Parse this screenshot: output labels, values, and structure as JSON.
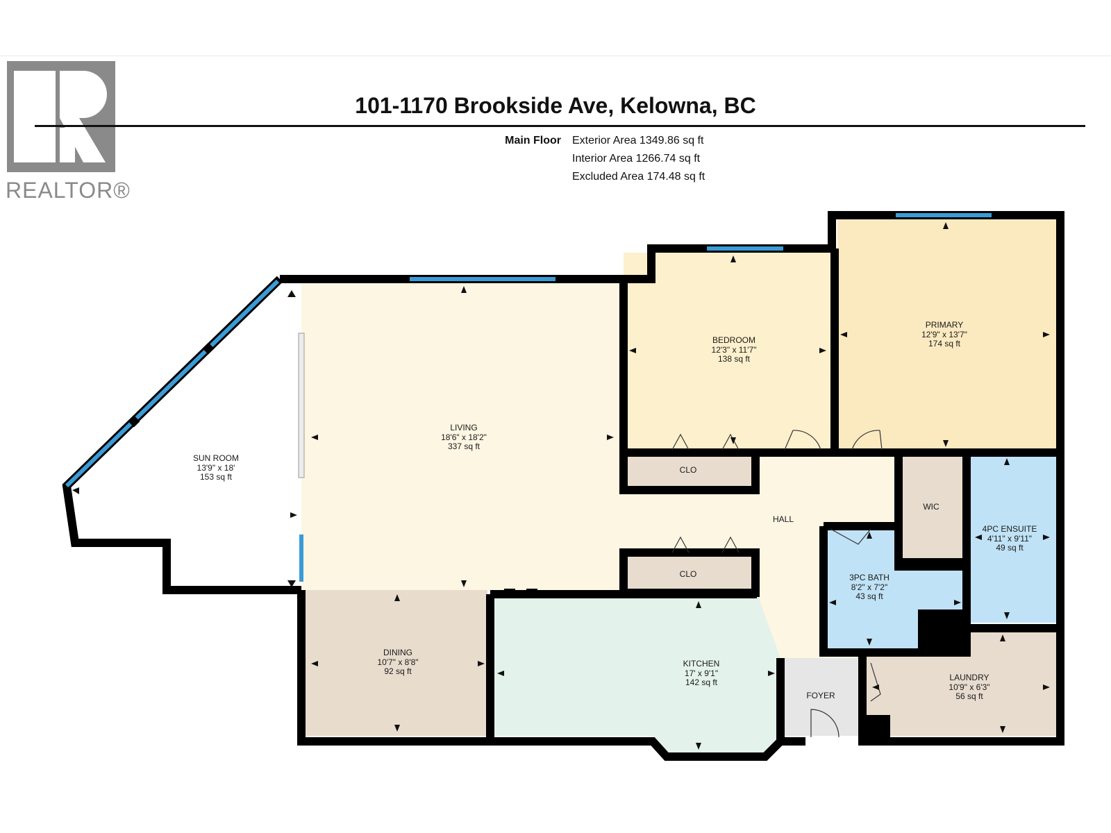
{
  "header": {
    "title": "101-1170 Brookside Ave, Kelowna, BC",
    "logo_text": "REALTOR®",
    "floor_name": "Main Floor",
    "areas": [
      "Exterior Area 1349.86 sq ft",
      "Interior Area 1266.74 sq ft",
      "Excluded Area 174.48 sq ft"
    ]
  },
  "rooms": {
    "sunroom": {
      "name": "SUN ROOM",
      "dims": "13'9\" x 18'",
      "area": "153 sq ft"
    },
    "living": {
      "name": "LIVING",
      "dims": "18'6\" x 18'2\"",
      "area": "337 sq ft"
    },
    "bedroom": {
      "name": "BEDROOM",
      "dims": "12'3\" x 11'7\"",
      "area": "138 sq ft"
    },
    "primary": {
      "name": "PRIMARY",
      "dims": "12'9\" x 13'7\"",
      "area": "174 sq ft"
    },
    "dining": {
      "name": "DINING",
      "dims": "10'7\" x 8'8\"",
      "area": "92 sq ft"
    },
    "kitchen": {
      "name": "KITCHEN",
      "dims": "17' x 9'1\"",
      "area": "142 sq ft"
    },
    "bath3": {
      "name": "3PC BATH",
      "dims": "8'2\" x 7'2\"",
      "area": "43 sq ft"
    },
    "ensuite": {
      "name": "4PC ENSUITE",
      "dims": "4'11\" x 9'11\"",
      "area": "49 sq ft"
    },
    "laundry": {
      "name": "LAUNDRY",
      "dims": "10'9\" x 6'3\"",
      "area": "56 sq ft"
    },
    "hall": {
      "name": "HALL"
    },
    "foyer": {
      "name": "FOYER"
    },
    "wic": {
      "name": "WIC"
    },
    "clo_upper": {
      "name": "CLO"
    },
    "clo_lower": {
      "name": "CLO"
    }
  },
  "colors": {
    "wall": "#000000",
    "window": "#3b9bd6",
    "living": "#fdf6e3",
    "bedroom": "#fdf0cc",
    "primary": "#fbe9c0",
    "dining": "#e8dccd",
    "kitchen": "#e3f2ea",
    "bath": "#c0e2f6",
    "utility": "#e7dcce",
    "foyer": "#e6e6e6",
    "sunroom": "#ffffff",
    "logo": "#8a8a8a"
  }
}
